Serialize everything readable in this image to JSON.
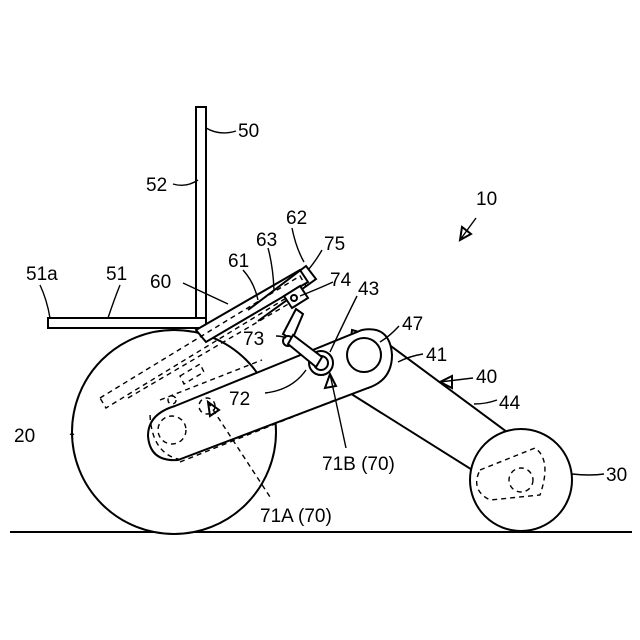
{
  "figure": {
    "labels": {
      "l10": "10",
      "l20": "20",
      "l30": "30",
      "l40": "40",
      "l41": "41",
      "l43": "43",
      "l44": "44",
      "l47": "47",
      "l50": "50",
      "l51": "51",
      "l51a": "51a",
      "l52": "52",
      "l60": "60",
      "l61": "61",
      "l62": "62",
      "l63": "63",
      "l72": "72",
      "l73": "73",
      "l74": "74",
      "l75": "75",
      "l71a": "71A (70)",
      "l71b": "71B (70)"
    }
  }
}
